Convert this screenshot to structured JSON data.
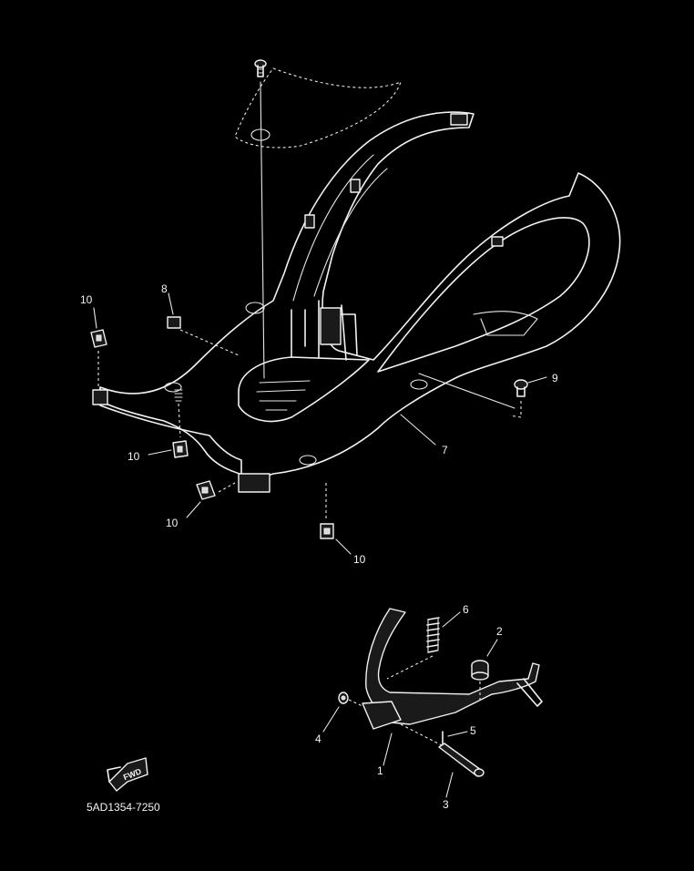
{
  "callouts": {
    "c1": "1",
    "c2": "2",
    "c3": "3",
    "c4": "4",
    "c5": "5",
    "c6": "6",
    "c7": "7",
    "c8": "8",
    "c9": "9",
    "c10a": "10",
    "c10b": "10",
    "c10c": "10",
    "c10d": "10"
  },
  "forward_badge": "FWD",
  "diagram_code": "5AD1354-7250"
}
